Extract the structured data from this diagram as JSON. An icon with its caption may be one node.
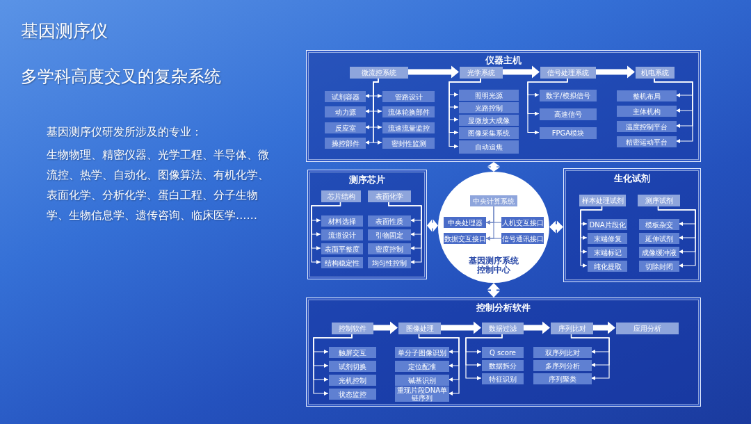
{
  "diagram": {
    "title": "基因测序仪",
    "nodes": [
      {
        "text": [
          "仪器主机"
        ]
      },
      {
        "text": [
          "微流控系统"
        ],
        "in": 0
      },
      {
        "text": [
          "光学系统"
        ],
        "in": 0
      },
      {
        "text": [
          "信号处理系统"
        ],
        "in": 0
      },
      {
        "text": [
          "机电系统"
        ],
        "in": 0
      },
      {
        "text": [
          "试剂容器"
        ],
        "in": 0
      },
      {
        "text": [
          "动力源"
        ],
        "in": 0
      },
      {
        "text": [
          "反应室"
        ],
        "in": 0
      },
      {
        "text": [
          "操控部件"
        ],
        "in": 0
      },
      {
        "text": [
          "管路设计"
        ],
        "in": 0
      },
      {
        "text": [
          "流体轮换部件"
        ],
        "in": 0
      },
      {
        "text": [
          "流速流量监控"
        ],
        "in": 0
      },
      {
        "text": [
          "密封性监测"
        ],
        "in": 0
      },
      {
        "text": [
          "照明光源"
        ],
        "in": 0
      },
      {
        "text": [
          "光路控制"
        ],
        "in": 0
      },
      {
        "text": [
          "显微放大成像"
        ],
        "in": 0
      },
      {
        "text": [
          "图像采集系统"
        ],
        "in": 0
      },
      {
        "text": [
          "自动追焦"
        ],
        "in": 0
      },
      {
        "text": [
          "数字/模拟信号"
        ],
        "in": 0
      },
      {
        "text": [
          "高速信号"
        ],
        "in": 0
      },
      {
        "text": [
          "FPGA模块"
        ],
        "in": 0
      },
      {
        "text": [
          "整机布局"
        ],
        "in": 0
      },
      {
        "text": [
          "主体机构"
        ],
        "in": 0
      },
      {
        "text": [
          "温度控制平台"
        ],
        "in": 0
      },
      {
        "text": [
          "精密运动平台"
        ],
        "in": 0
      },
      {
        "text": [
          "测序芯片"
        ]
      },
      {
        "text": [
          "芯片结构"
        ],
        "in": 25
      },
      {
        "text": [
          "表面化学"
        ],
        "in": 25
      },
      {
        "text": [
          "材料选择"
        ],
        "in": 25
      },
      {
        "text": [
          "流道设计"
        ],
        "in": 25
      },
      {
        "text": [
          "表面平整度"
        ],
        "in": 25
      },
      {
        "text": [
          "结构稳定性"
        ],
        "in": 25
      },
      {
        "text": [
          "表面性质"
        ],
        "in": 25
      },
      {
        "text": [
          "引物固定"
        ],
        "in": 25
      },
      {
        "text": [
          "密度控制"
        ],
        "in": 25
      },
      {
        "text": [
          "均匀性控制"
        ],
        "in": 25
      },
      {
        "text": [
          "基因测序系统控制中心"
        ]
      },
      {
        "text": [
          "中央计算系统"
        ],
        "in": 36
      },
      {
        "text": [
          "中央处理器"
        ],
        "in": 36
      },
      {
        "text": [
          "人机交互接口"
        ],
        "in": 36
      },
      {
        "text": [
          "数据交互接口"
        ],
        "in": 36
      },
      {
        "text": [
          "信号通讯接口"
        ],
        "in": 36
      },
      {
        "text": [
          "生化试剂"
        ]
      },
      {
        "text": [
          "样本处理试剂"
        ],
        "in": 42
      },
      {
        "text": [
          "测序试剂"
        ],
        "in": 42
      },
      {
        "text": [
          "DNA片段化"
        ],
        "in": 42
      },
      {
        "text": [
          "末端修复"
        ],
        "in": 42
      },
      {
        "text": [
          "末端标记"
        ],
        "in": 42
      },
      {
        "text": [
          "纯化提取"
        ],
        "in": 42
      },
      {
        "text": [
          "模板杂交"
        ],
        "in": 42
      },
      {
        "text": [
          "延伸试剂"
        ],
        "in": 42
      },
      {
        "text": [
          "成像缓冲液"
        ],
        "in": 42
      },
      {
        "text": [
          "切除封闭"
        ],
        "in": 42
      },
      {
        "text": [
          "控制分析软件"
        ]
      },
      {
        "text": [
          "控制软件"
        ],
        "in": 53
      },
      {
        "text": [
          "图像处理"
        ],
        "in": 53
      },
      {
        "text": [
          "数据过滤"
        ],
        "in": 53
      },
      {
        "text": [
          "序列比对"
        ],
        "in": 53
      },
      {
        "text": [
          "应用分析"
        ],
        "in": 53
      },
      {
        "text": [
          "触屏交互"
        ],
        "in": 53
      },
      {
        "text": [
          "试剂切换"
        ],
        "in": 53
      },
      {
        "text": [
          "光机控制"
        ],
        "in": 53
      },
      {
        "text": [
          "状态监控"
        ],
        "in": 53
      },
      {
        "text": [
          "单分子图像识别"
        ],
        "in": 53
      },
      {
        "text": [
          "定位配准"
        ],
        "in": 53
      },
      {
        "text": [
          "碱基识别"
        ],
        "in": 53
      },
      {
        "text": [
          "重现片段DNA单链序列"
        ],
        "in": 53
      },
      {
        "text": [
          "Q score"
        ],
        "in": 53
      },
      {
        "text": [
          "数据拆分"
        ],
        "in": 53
      },
      {
        "text": [
          "特征识别"
        ],
        "in": 53
      },
      {
        "text": [
          "双序列比对"
        ],
        "in": 53
      },
      {
        "text": [
          "多序列分析"
        ],
        "in": 53
      },
      {
        "text": [
          "序列聚类"
        ],
        "in": 53
      }
    ],
    "edges": [
      {
        "from": 1,
        "to": 2,
        "arrow": "to",
        "style": "thick"
      },
      {
        "from": 2,
        "to": 3,
        "arrow": "to",
        "style": "thick"
      },
      {
        "from": 3,
        "to": 4,
        "arrow": "to",
        "style": "thick"
      },
      {
        "from": 1,
        "to": 5,
        "arrow": "to"
      },
      {
        "from": 1,
        "to": 6,
        "arrow": "to"
      },
      {
        "from": 1,
        "to": 7,
        "arrow": "to"
      },
      {
        "from": 1,
        "to": 8,
        "arrow": "to"
      },
      {
        "from": 1,
        "to": 9,
        "arrow": "to"
      },
      {
        "from": 1,
        "to": 10,
        "arrow": "to"
      },
      {
        "from": 1,
        "to": 11,
        "arrow": "to"
      },
      {
        "from": 1,
        "to": 12,
        "arrow": "to"
      },
      {
        "from": 2,
        "to": 13,
        "arrow": "to"
      },
      {
        "from": 2,
        "to": 14,
        "arrow": "to"
      },
      {
        "from": 2,
        "to": 15,
        "arrow": "to"
      },
      {
        "from": 2,
        "to": 16,
        "arrow": "to"
      },
      {
        "from": 2,
        "to": 17,
        "arrow": "to"
      },
      {
        "from": 3,
        "to": 18,
        "arrow": "to"
      },
      {
        "from": 3,
        "to": 19,
        "arrow": "to"
      },
      {
        "from": 3,
        "to": 20,
        "arrow": "to"
      },
      {
        "from": 4,
        "to": 21,
        "arrow": "to"
      },
      {
        "from": 4,
        "to": 22,
        "arrow": "to"
      },
      {
        "from": 4,
        "to": 23,
        "arrow": "to"
      },
      {
        "from": 4,
        "to": 24,
        "arrow": "to"
      },
      {
        "from": 26,
        "to": 28,
        "arrow": "to"
      },
      {
        "from": 26,
        "to": 29,
        "arrow": "to"
      },
      {
        "from": 26,
        "to": 30,
        "arrow": "to"
      },
      {
        "from": 26,
        "to": 31,
        "arrow": "to"
      },
      {
        "from": 27,
        "to": 32,
        "arrow": "to"
      },
      {
        "from": 27,
        "to": 33,
        "arrow": "to"
      },
      {
        "from": 27,
        "to": 34,
        "arrow": "to"
      },
      {
        "from": 27,
        "to": 35,
        "arrow": "to"
      },
      {
        "from": 37,
        "to": 38,
        "arrow": "to",
        "color": "#6f86c4"
      },
      {
        "from": 37,
        "to": 40,
        "arrow": "to",
        "color": "#6f86c4"
      },
      {
        "from": 39,
        "to": 38,
        "arrow": "to",
        "color": "#6f86c4"
      },
      {
        "from": 41,
        "to": 40,
        "arrow": "to",
        "color": "#6f86c4"
      },
      {
        "from": 43,
        "to": 45,
        "arrow": "to"
      },
      {
        "from": 43,
        "to": 46,
        "arrow": "to"
      },
      {
        "from": 43,
        "to": 47,
        "arrow": "to"
      },
      {
        "from": 43,
        "to": 48,
        "arrow": "to"
      },
      {
        "from": 44,
        "to": 49,
        "arrow": "to"
      },
      {
        "from": 44,
        "to": 50,
        "arrow": "to"
      },
      {
        "from": 44,
        "to": 51,
        "arrow": "to"
      },
      {
        "from": 44,
        "to": 52,
        "arrow": "to"
      },
      {
        "from": 54,
        "to": 55,
        "arrow": "to",
        "style": "thick"
      },
      {
        "from": 55,
        "to": 56,
        "arrow": "to",
        "style": "thick"
      },
      {
        "from": 56,
        "to": 57,
        "arrow": "to",
        "style": "thick"
      },
      {
        "from": 57,
        "to": 58,
        "arrow": "to",
        "style": "thick"
      },
      {
        "from": 54,
        "to": 59,
        "arrow": "to"
      },
      {
        "from": 54,
        "to": 60,
        "arrow": "to"
      },
      {
        "from": 54,
        "to": 61,
        "arrow": "to"
      },
      {
        "from": 54,
        "to": 62,
        "arrow": "to"
      },
      {
        "from": 55,
        "to": 63,
        "arrow": "to"
      },
      {
        "from": 55,
        "to": 64,
        "arrow": "to"
      },
      {
        "from": 55,
        "to": 65,
        "arrow": "to"
      },
      {
        "from": 55,
        "to": 66,
        "arrow": "to"
      },
      {
        "from": 56,
        "to": 67,
        "arrow": "to"
      },
      {
        "from": 56,
        "to": 68,
        "arrow": "to"
      },
      {
        "from": 56,
        "to": 69,
        "arrow": "to"
      },
      {
        "from": 57,
        "to": 70,
        "arrow": "to"
      },
      {
        "from": 57,
        "to": 71,
        "arrow": "to"
      },
      {
        "from": 57,
        "to": 72,
        "arrow": "to"
      },
      {
        "from": 0,
        "to": 36,
        "arrow": "both",
        "style": "thick"
      },
      {
        "from": 25,
        "to": 36,
        "arrow": "both",
        "style": "thick"
      },
      {
        "from": 36,
        "to": 42,
        "arrow": "both",
        "style": "thick"
      },
      {
        "from": 36,
        "to": 53,
        "arrow": "both",
        "style": "thick"
      }
    ],
    "labels": [
      "多学科高度交叉的复杂系统",
      "基因测序仪研发所涉及的专业：",
      "生物物理、精密仪器、光学工程、半导体、微流控、热学、自动化、图像算法、有机化学、表面化学、分析化学、蛋白工程、分子生物学、生物信息学、遗传咨询、临床医学……"
    ]
  }
}
